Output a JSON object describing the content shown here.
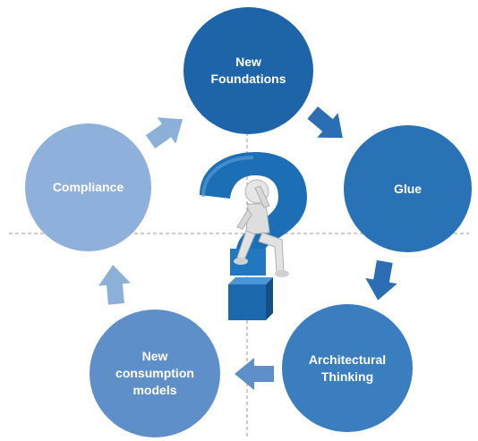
{
  "cycle": {
    "nodes": [
      {
        "id": "new-foundations",
        "lines": [
          "New",
          "Foundations"
        ],
        "color": "#1e64a8"
      },
      {
        "id": "glue",
        "lines": [
          "Glue"
        ],
        "color": "#2a72b6"
      },
      {
        "id": "architectural-thinking",
        "lines": [
          "Architectural",
          "Thinking"
        ],
        "color": "#3a7ec0"
      },
      {
        "id": "new-consumption-models",
        "lines": [
          "New",
          "consumption",
          "models"
        ],
        "color": "#5f8fc9"
      },
      {
        "id": "compliance",
        "lines": [
          "Compliance"
        ],
        "color": "#8fb0da"
      }
    ],
    "arrow_color_dark": "#2b6eb3",
    "arrow_color_light": "#8cb0d8",
    "center_icon": "question-mark-thinker-icon",
    "guide_lines": "dashed"
  }
}
